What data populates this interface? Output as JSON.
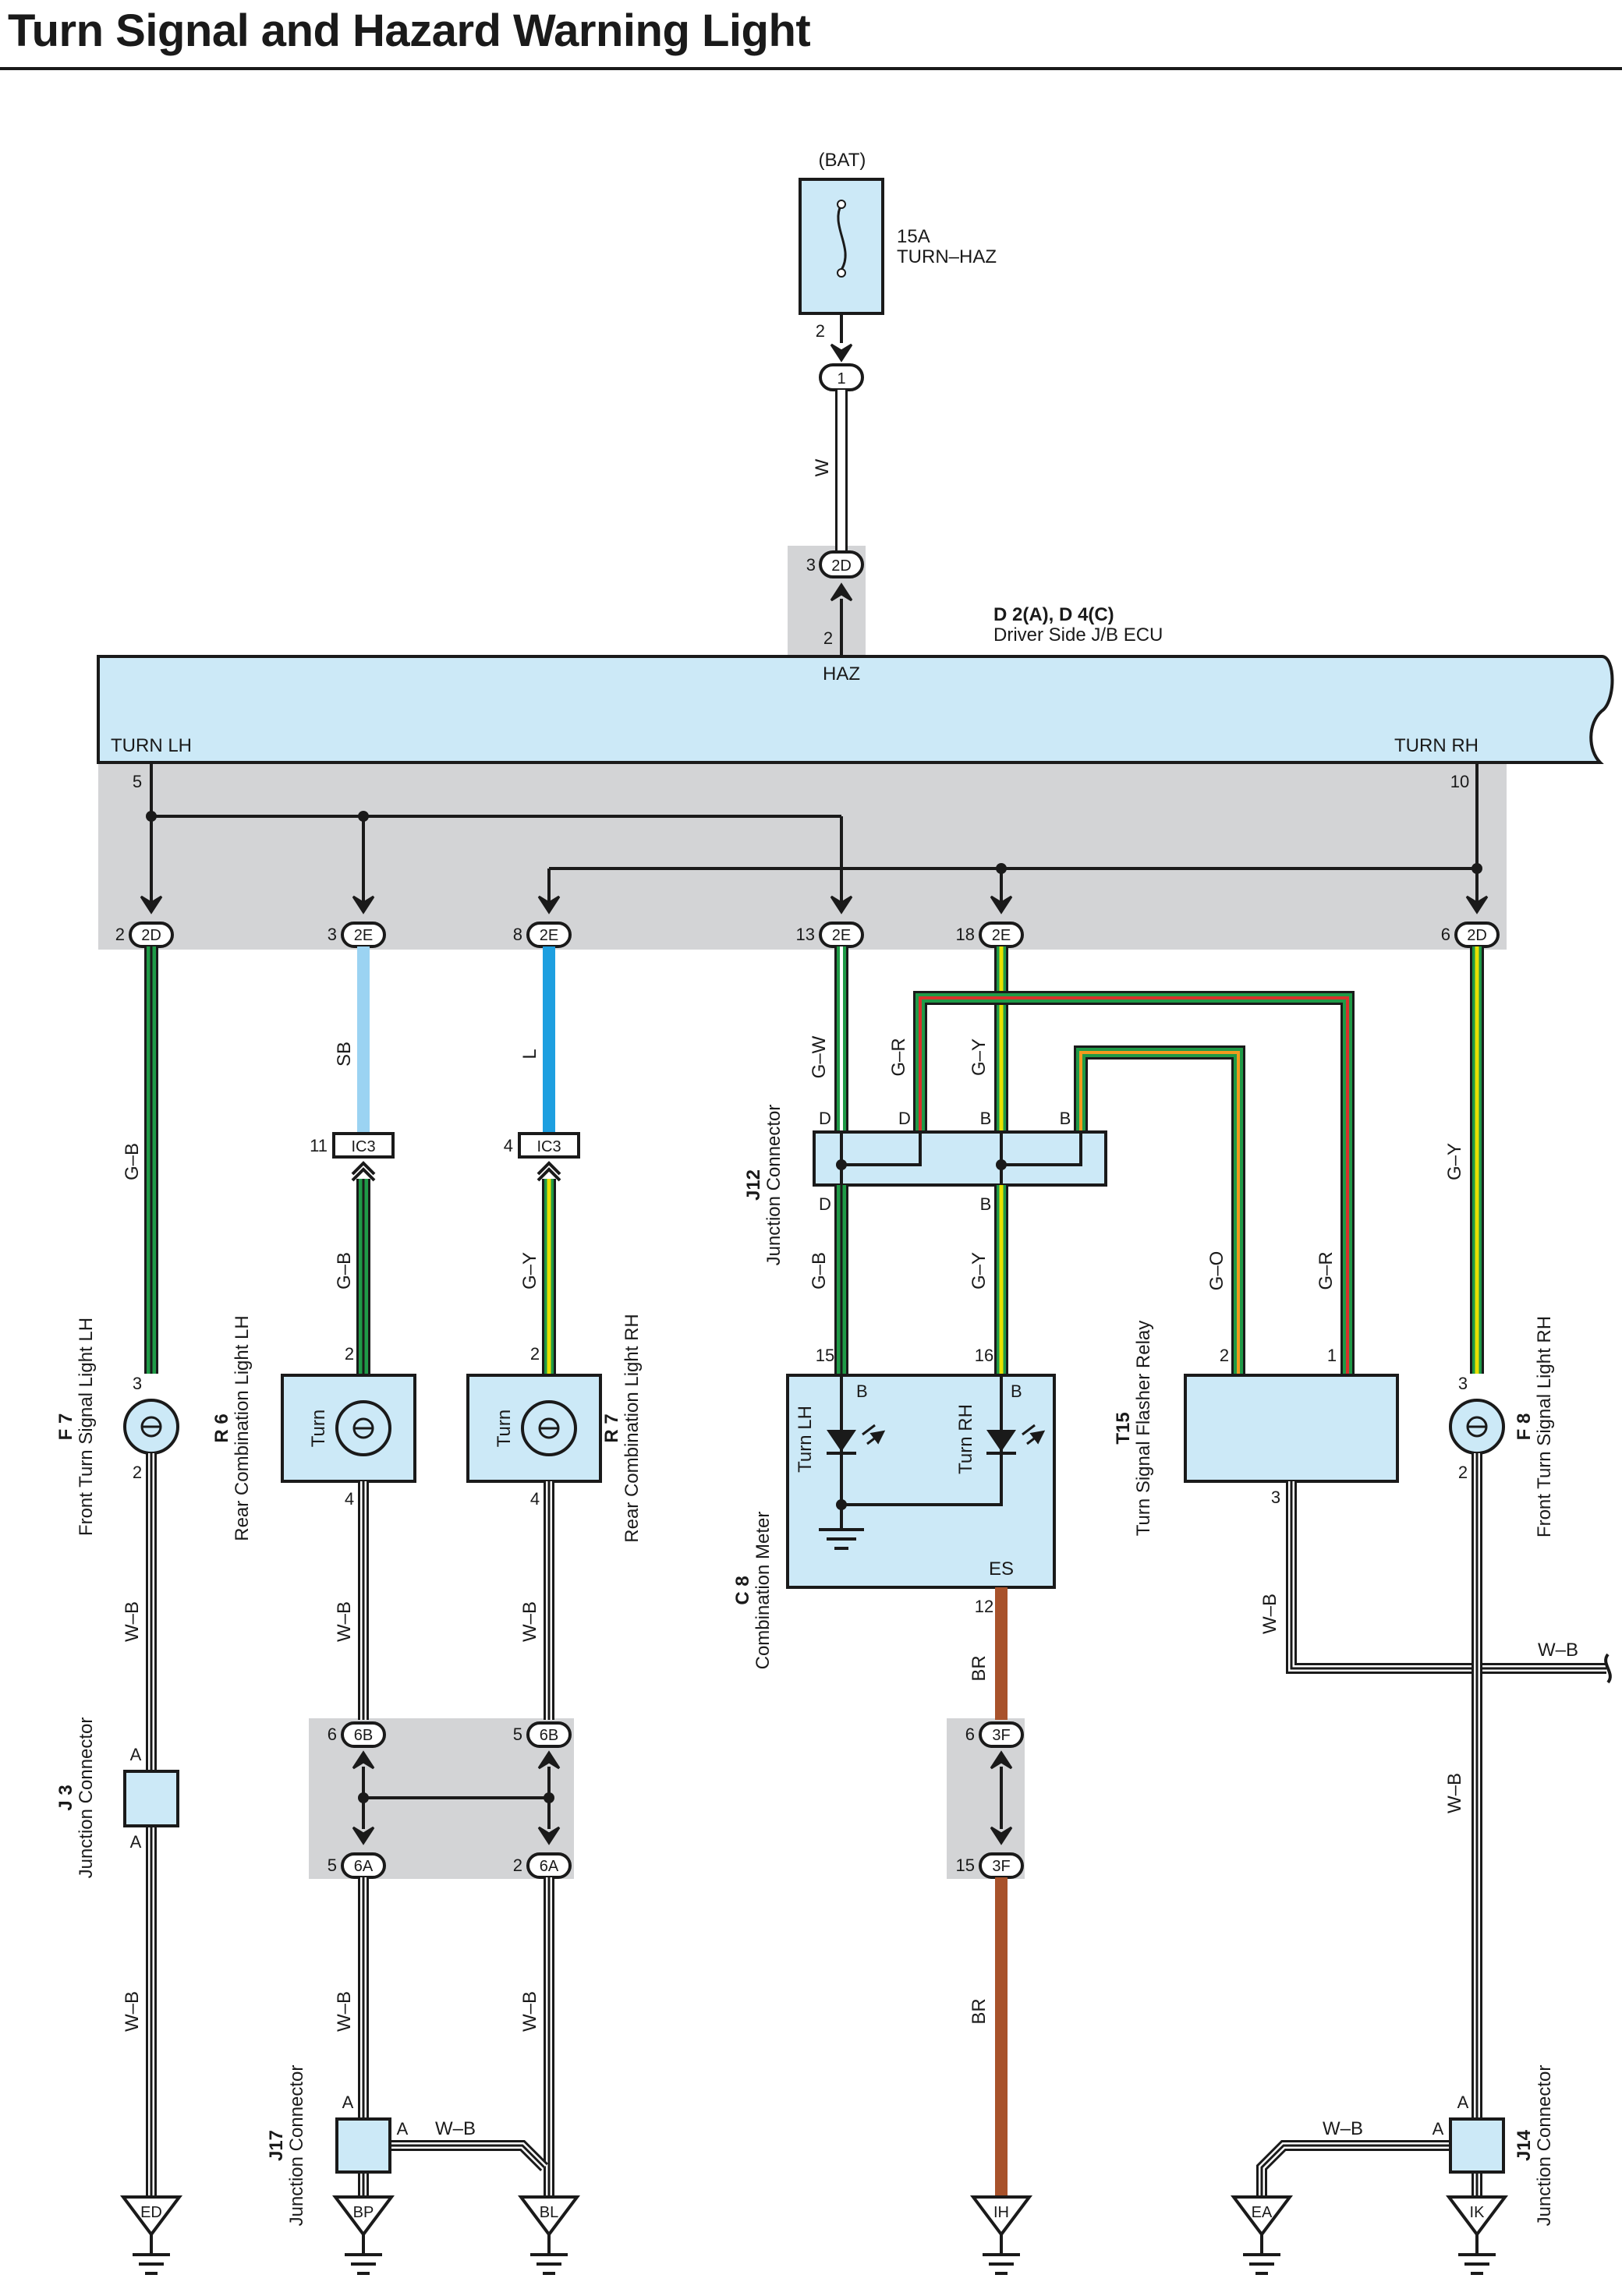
{
  "title": "Turn Signal and Hazard Warning Light",
  "colors": {
    "component_fill": "#cce9f7",
    "splice_fill": "#d3d4d6",
    "wire_green": "#1f9a47",
    "wire_yellow": "#e8e000",
    "wire_red": "#d9312b",
    "wire_orange": "#f29a1e",
    "wire_skyblue": "#9bd3f2",
    "wire_blue": "#1d9fe0",
    "wire_brown": "#a8522b",
    "wire_white": "#ffffff",
    "wire_black": "#1a1a1a"
  },
  "fuse": {
    "source": "(BAT)",
    "rating": "15A",
    "name": "TURN–HAZ",
    "pin": "2",
    "conn": "1"
  },
  "ecu": {
    "code": "D 2(A), D 4(C)",
    "name": "Driver Side J/B ECU",
    "haz": "HAZ",
    "haz_pin": "2",
    "in_pin": "3",
    "in_conn": "2D",
    "turn_lh": "TURN LH",
    "turn_lh_pin": "5",
    "turn_rh": "TURN RH",
    "turn_rh_pin": "10"
  },
  "bus_outputs": [
    {
      "pin": "2",
      "conn": "2D"
    },
    {
      "pin": "3",
      "conn": "2E"
    },
    {
      "pin": "8",
      "conn": "2E"
    },
    {
      "pin": "13",
      "conn": "2E"
    },
    {
      "pin": "18",
      "conn": "2E"
    },
    {
      "pin": "6",
      "conn": "2D"
    }
  ],
  "wires": {
    "w": "W",
    "gb": "G–B",
    "sb": "SB",
    "l": "L",
    "gw": "G–W",
    "gr": "G–R",
    "gy": "G–Y",
    "go": "G–O",
    "wb": "W–B",
    "br": "BR"
  },
  "ic3": [
    {
      "pin": "11",
      "conn": "IC3"
    },
    {
      "pin": "4",
      "conn": "IC3"
    }
  ],
  "j12": {
    "code": "J12",
    "name": "Junction Connector",
    "D": "D",
    "B": "B"
  },
  "f7": {
    "code": "F 7",
    "name": "Front Turn Signal Light LH",
    "pin_top": "3",
    "pin_bot": "2"
  },
  "r6": {
    "code": "R 6",
    "name": "Rear Combination Light LH",
    "label": "Turn",
    "pin_top": "2",
    "pin_bot": "4"
  },
  "r7": {
    "code": "R 7",
    "name": "Rear Combination Light RH",
    "label": "Turn",
    "pin_top": "2",
    "pin_bot": "4"
  },
  "c8": {
    "code": "C 8",
    "name": "Combination Meter",
    "turn_lh": "Turn LH",
    "turn_rh": "Turn RH",
    "b": "B",
    "es": "ES",
    "pin15": "15",
    "pin16": "16",
    "pin12": "12"
  },
  "t15": {
    "code": "T15",
    "name": "Turn Signal Flasher Relay",
    "pin2": "2",
    "pin1": "1",
    "pin3": "3"
  },
  "f8": {
    "code": "F 8",
    "name": "Front Turn Signal Light RH",
    "pin_top": "3",
    "pin_bot": "2"
  },
  "j3": {
    "code": "J 3",
    "name": "Junction Connector",
    "a": "A"
  },
  "junction_6b": [
    {
      "pin": "6",
      "conn": "6B"
    },
    {
      "pin": "5",
      "conn": "6B"
    }
  ],
  "junction_6a": [
    {
      "pin": "5",
      "conn": "6A"
    },
    {
      "pin": "2",
      "conn": "6A"
    }
  ],
  "junction_3f": [
    {
      "pin": "6",
      "conn": "3F"
    },
    {
      "pin": "15",
      "conn": "3F"
    }
  ],
  "j17": {
    "code": "J17",
    "name": "Junction Connector",
    "a": "A"
  },
  "j14": {
    "code": "J14",
    "name": "Junction Connector",
    "a": "A"
  },
  "grounds": [
    "ED",
    "BP",
    "BL",
    "IH",
    "EA",
    "IK"
  ]
}
